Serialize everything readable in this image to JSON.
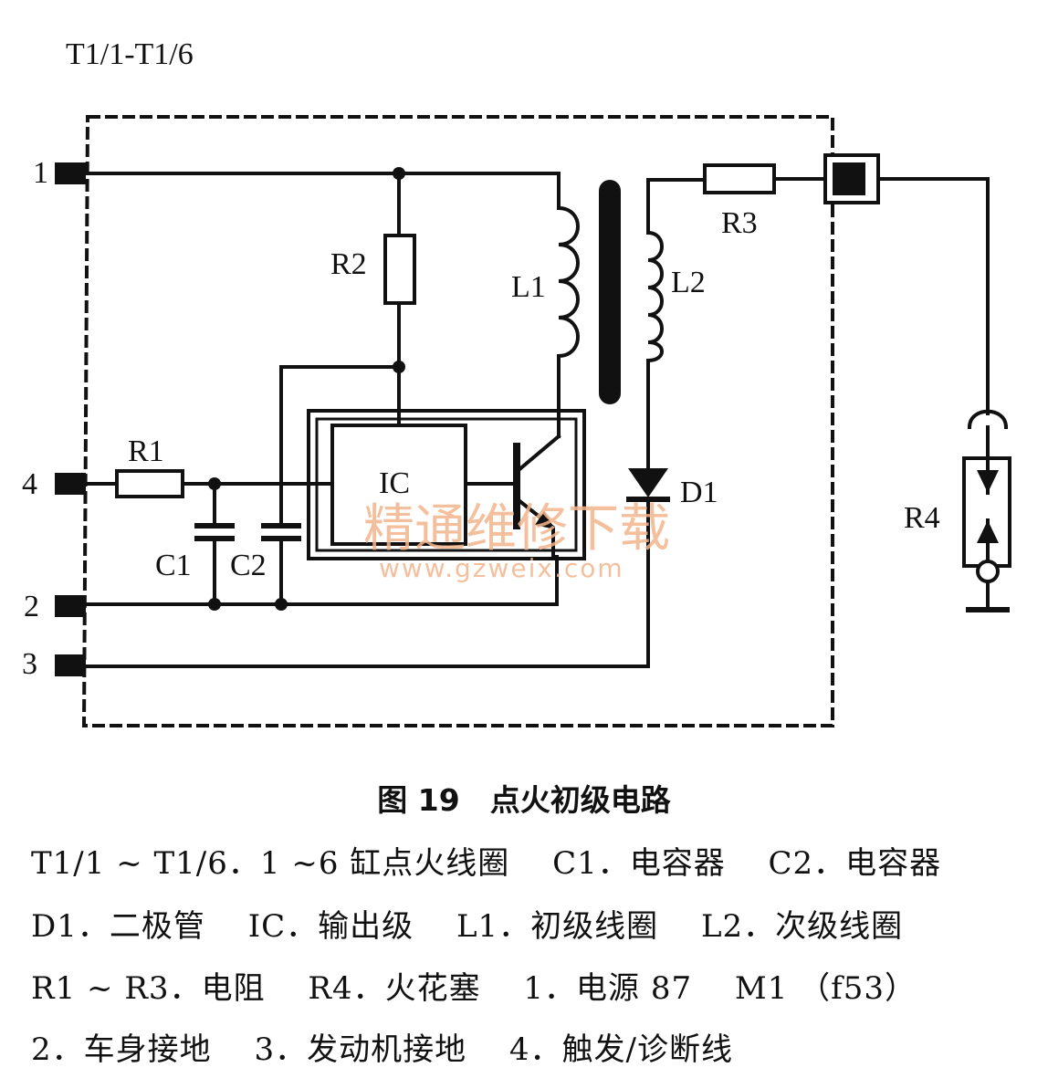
{
  "header_label": "T1/1-T1/6",
  "components": {
    "r1": "R1",
    "r2": "R2",
    "r3": "R3",
    "r4": "R4",
    "c1": "C1",
    "c2": "C2",
    "l1": "L1",
    "l2": "L2",
    "ic": "IC",
    "d1": "D1"
  },
  "terminals": {
    "t1": "1",
    "t2": "2",
    "t3": "3",
    "t4": "4"
  },
  "watermark": {
    "cn": "精通维修下载",
    "url": "www.gzweix.com"
  },
  "caption": "图 19　点火初级电路",
  "legend": [
    "T1/1 ~ T1/6．1 ~6 缸点火线圈　 C1．电容器　 C2．电容器",
    "D1．二极管　 IC．输出级　 L1．初级线圈　 L2．次级线圈",
    "R1 ~ R3．电阻　 R4．火花塞　 1．电源 87　 M1 （f53）",
    "2．车身接地　 3．发动机接地　 4．触发/诊断线"
  ]
}
